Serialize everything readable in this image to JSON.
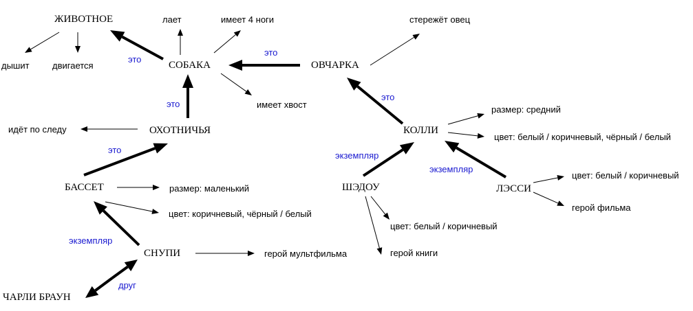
{
  "colors": {
    "node_text": "#000000",
    "relation_text": "#1a1ad0",
    "edge": "#000000"
  },
  "nodes": {
    "animal": "ЖИВОТНОЕ",
    "dog": "СОБАКА",
    "sheepdog": "ОВЧАРКА",
    "hound": "ОХОТНИЧЬЯ",
    "basset": "БАССЕТ",
    "collie": "КОЛЛИ",
    "shadow": "ШЭДОУ",
    "lassie": "ЛЭССИ",
    "snoopy": "СНУПИ",
    "charlie_brown": "ЧАРЛИ БРАУН"
  },
  "attributes": {
    "breathes": "дышит",
    "moves": "двигается",
    "barks": "лает",
    "four_legs": "имеет 4 ноги",
    "tail": "имеет хвост",
    "guards_sheep": "стережёт овец",
    "tracks": "идёт по следу",
    "size_medium": "размер: средний",
    "color_collie": "цвет: белый / коричневый, чёрный / белый",
    "color_lassie": "цвет: белый / коричневый",
    "movie_hero": "герой фильма",
    "size_small": "размер: маленький",
    "color_basset": "цвет: коричневый, чёрный / белый",
    "color_shadow": "цвет: белый / коричневый",
    "book_hero": "герой книги",
    "cartoon_hero": "герой мультфильма"
  },
  "relations": {
    "dog_isa_animal": "это",
    "sheepdog_isa_dog": "это",
    "hound_isa_dog": "это",
    "basset_isa_hound": "это",
    "collie_isa_sheepdog": "это",
    "shadow_instance_collie": "экземпляр",
    "lassie_instance_collie": "экземпляр",
    "snoopy_instance_basset": "экземпляр",
    "snoopy_friend_charlie": "друг"
  }
}
